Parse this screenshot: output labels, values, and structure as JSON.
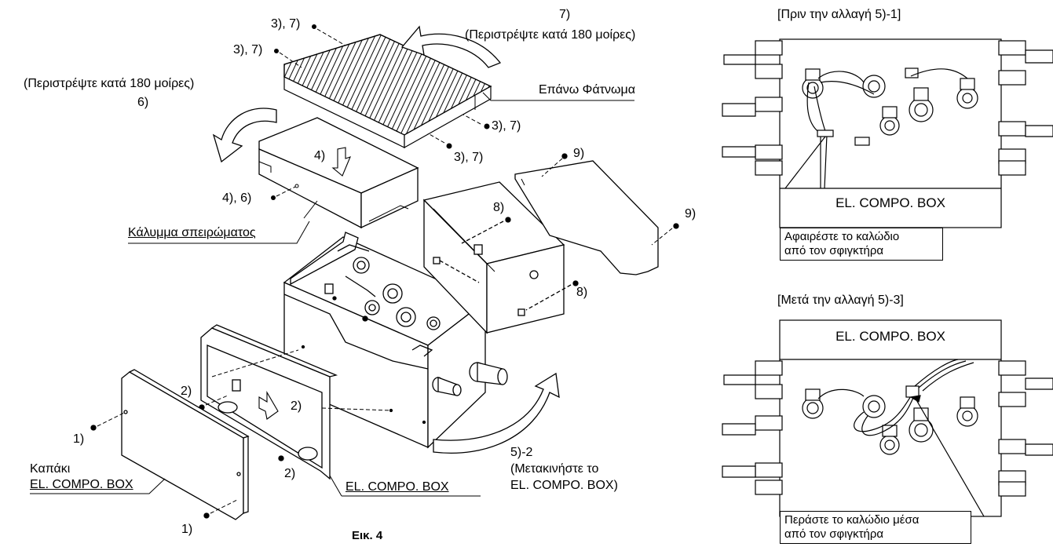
{
  "figure_caption": "Εικ. 4",
  "main": {
    "step_7": "7)",
    "rotate_180_a": "(Περιστρέψτε κατά 180 μοίρες)",
    "rotate_180_b": "(Περιστρέψτε κατά 180 μοίρες)",
    "step_6": "6)",
    "upper_casing": "Επάνω Φάτνωμα",
    "screw_3_7_a": "3), 7)",
    "screw_3_7_b": "3), 7)",
    "screw_3_7_c": "3), 7)",
    "screw_3_7_d": "3), 7)",
    "step_4": "4)",
    "screw_4_6": "4), 6)",
    "thread_cover": "Κάλυμμα σπειρώματος",
    "screw_8_a": "8)",
    "screw_8_b": "8)",
    "screw_9_a": "9)",
    "screw_9_b": "9)",
    "screw_2_a": "2)",
    "screw_2_b": "2)",
    "screw_2_c": "2)",
    "screw_1_a": "1)",
    "screw_1_b": "1)",
    "lid_label_1": "Καπάκι",
    "lid_label_2": "EL. COMPO. BOX",
    "el_compo_box": "EL. COMPO. BOX",
    "step_5_2": "5)-2",
    "move_box_1": "(Μετακινήστε το",
    "move_box_2": "EL. COMPO. BOX)"
  },
  "before_panel": {
    "title": "[Πριν την αλλαγή 5)-1]",
    "box_label": "EL. COMPO. BOX",
    "note_1": "Αφαιρέστε το καλώδιο",
    "note_2": "από τον σφιγκτήρα"
  },
  "after_panel": {
    "title": "[Μετά την αλλαγή 5)-3]",
    "box_label": "EL. COMPO. BOX",
    "note_1": "Περάστε το καλώδιο μέσα",
    "note_2": "από τον σφιγκτήρα"
  }
}
